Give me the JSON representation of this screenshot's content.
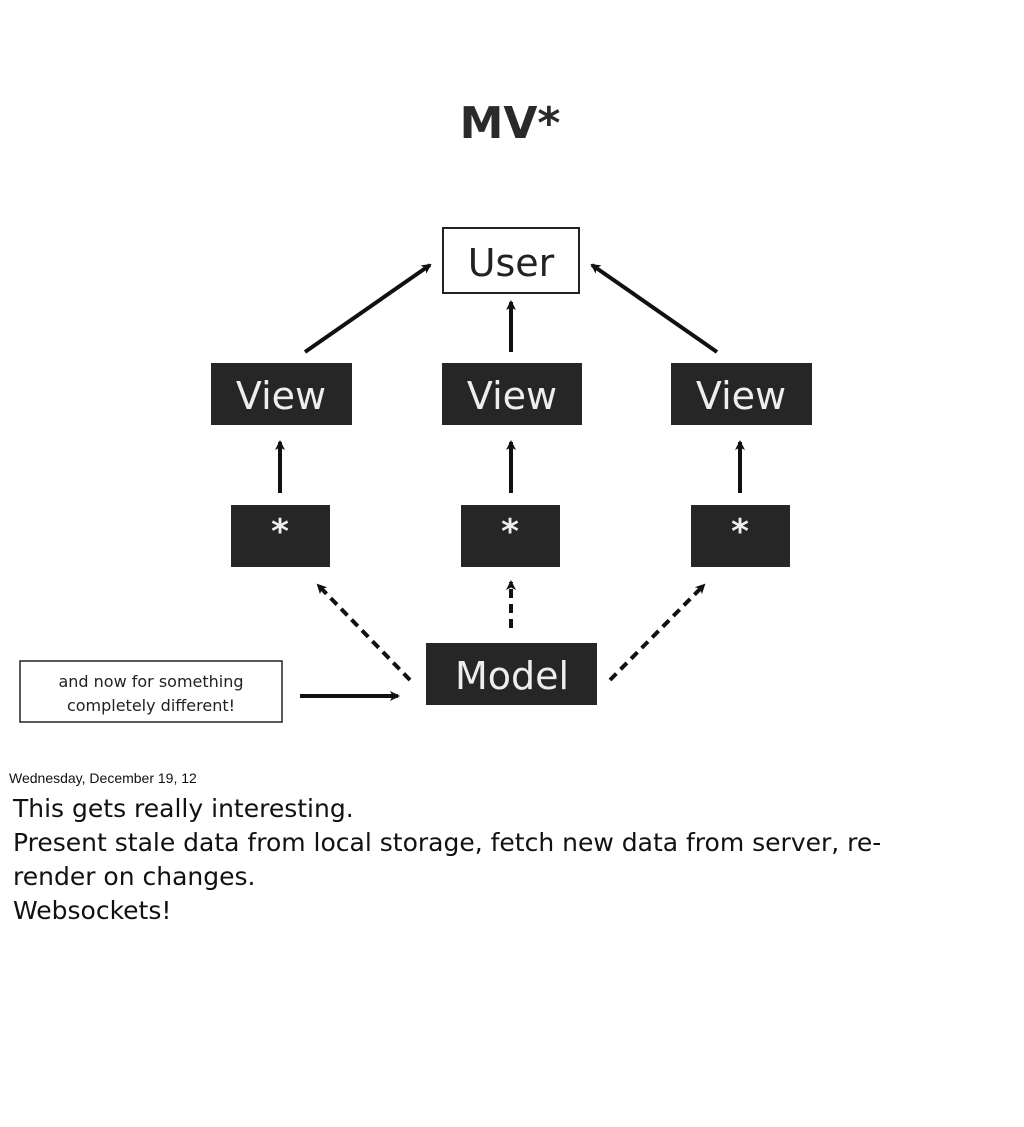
{
  "slide": {
    "title": "MV*",
    "user_label": "User",
    "view_labels": [
      "View",
      "View",
      "View"
    ],
    "star_labels": [
      "*",
      "*",
      "*"
    ],
    "model_label": "Model",
    "note_lines": [
      "and now for something",
      "completely different!"
    ],
    "colors": {
      "box_fill": "#262626",
      "text_light": "#eeeeee",
      "stroke": "#111111"
    }
  },
  "footer": {
    "date": "Wednesday, December 19, 12",
    "notes": [
      "This gets really interesting.",
      "Present stale data from local storage, fetch new data from server, re-",
      "render on changes.",
      "Websockets!"
    ]
  }
}
